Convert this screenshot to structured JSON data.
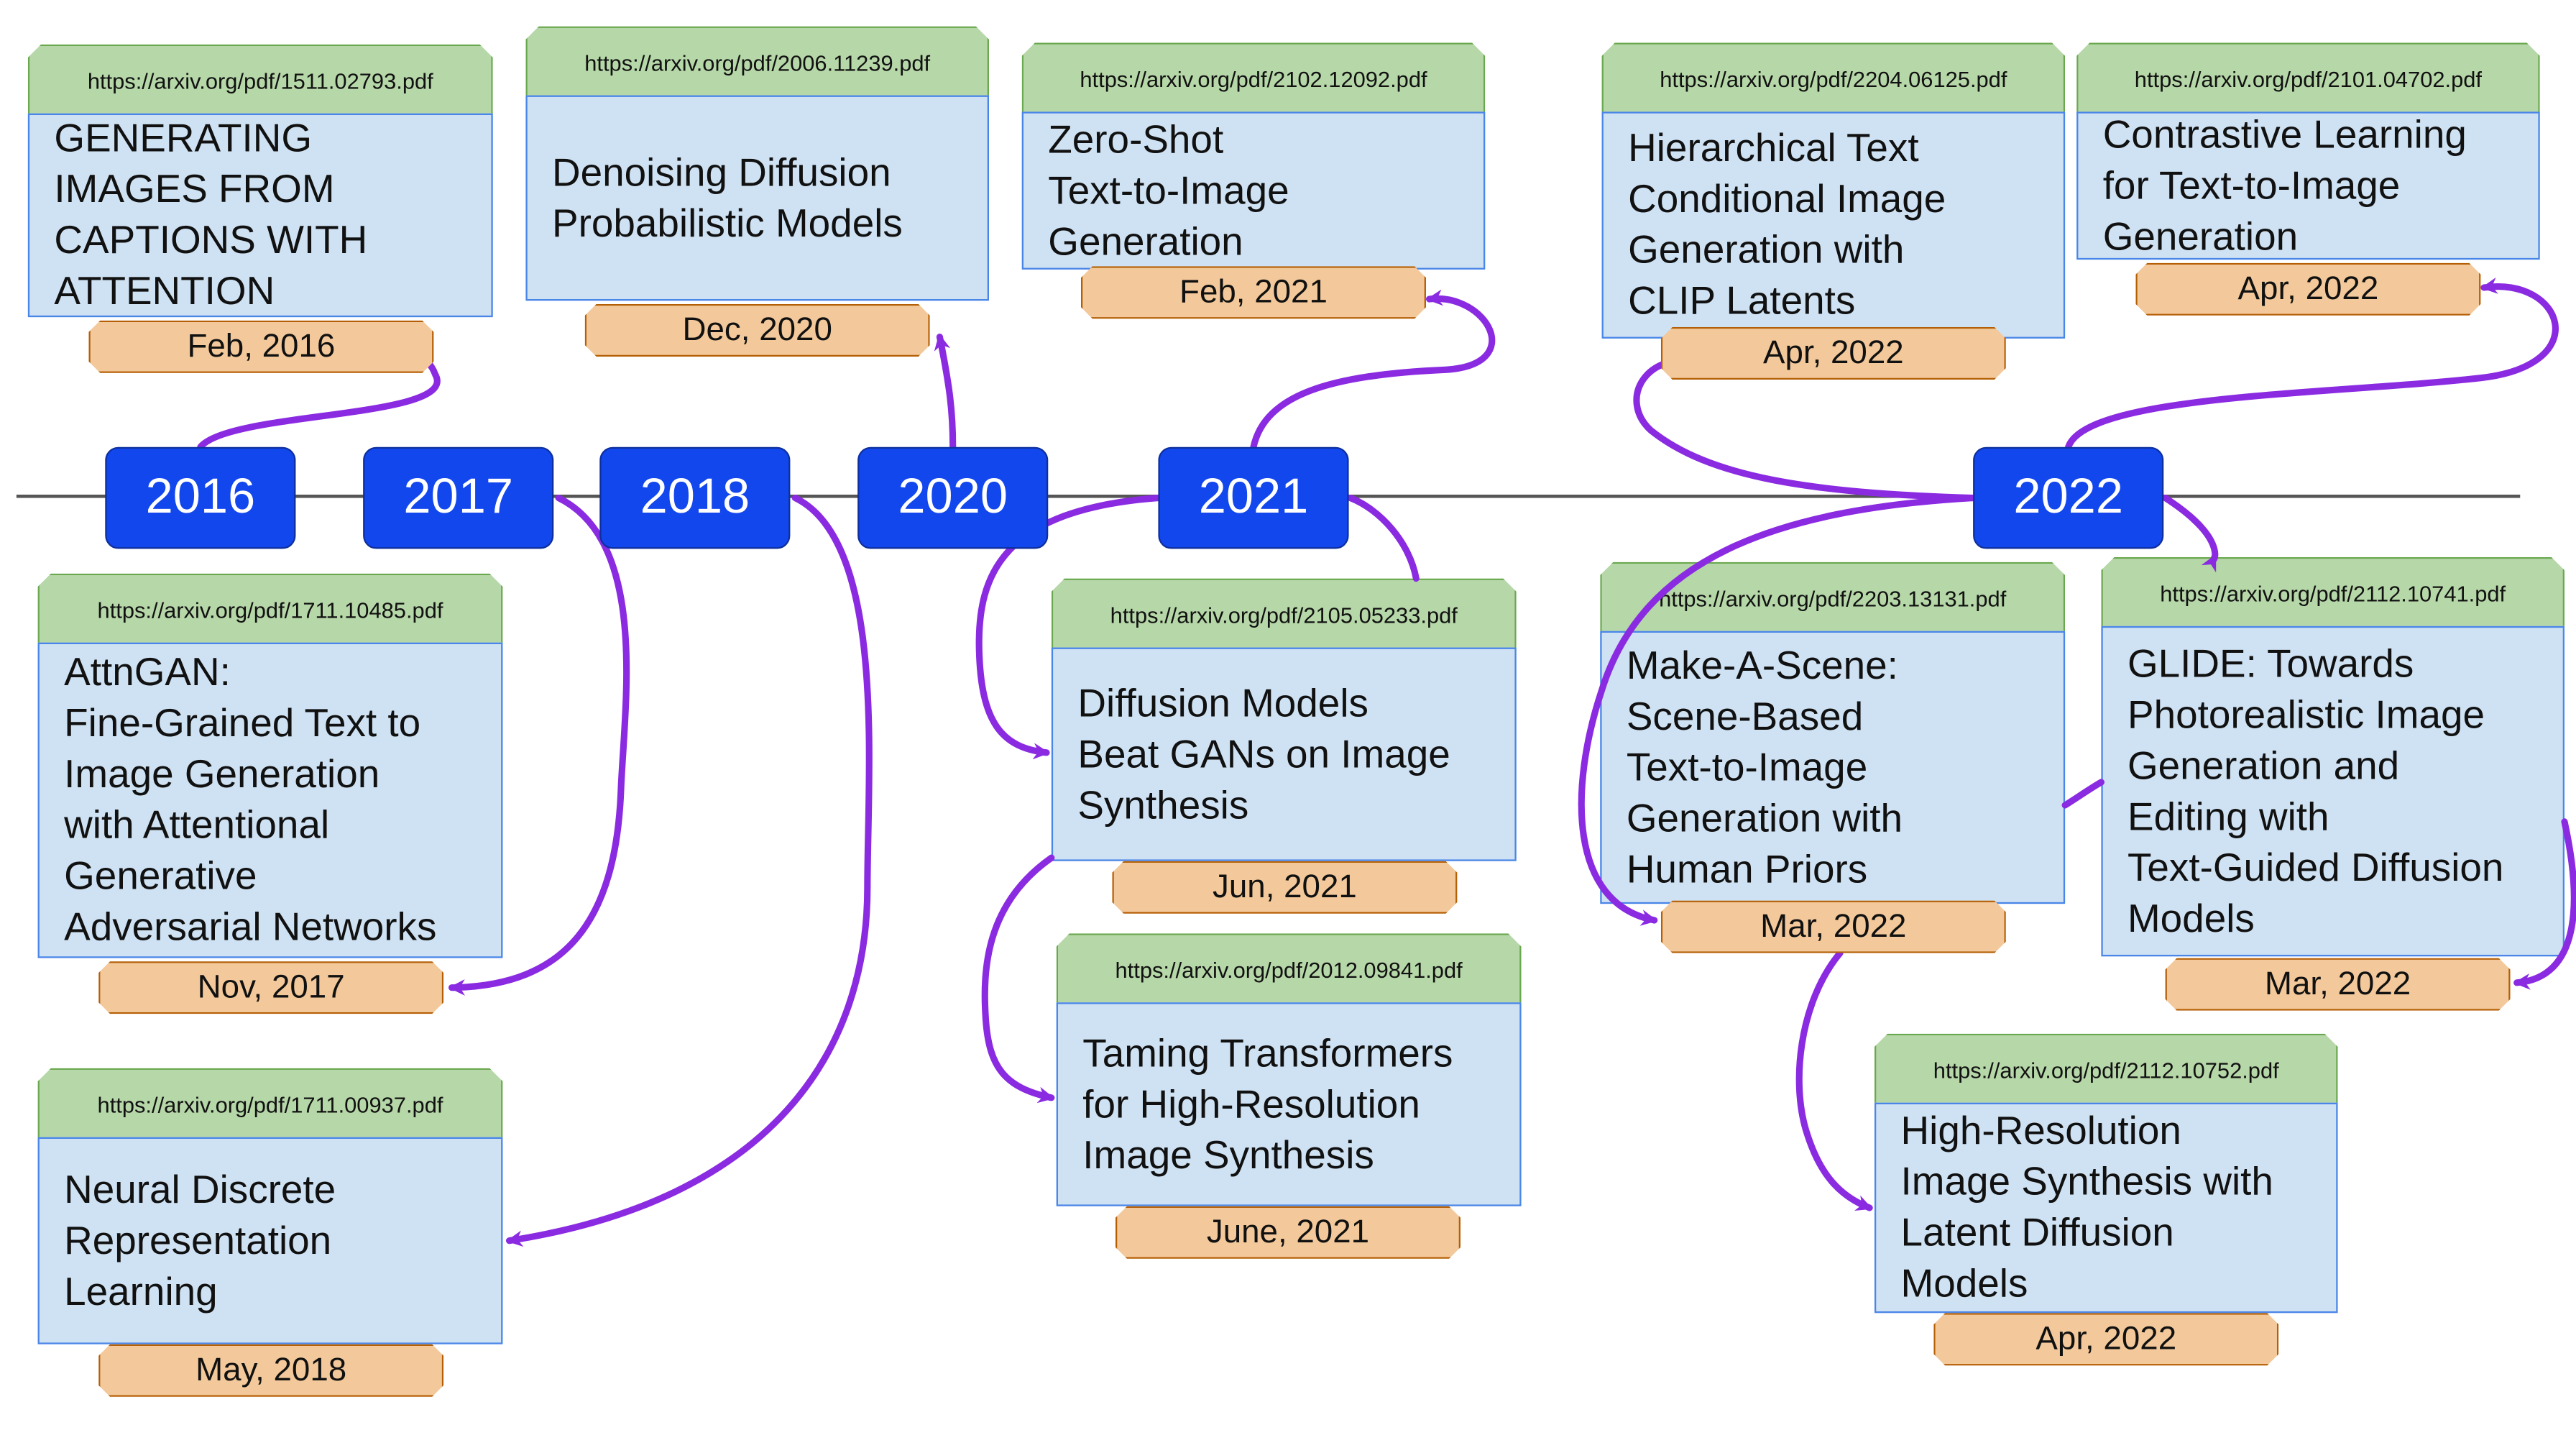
{
  "colors": {
    "year_fill": "#1347ee",
    "url_fill": "#b6d7a8",
    "title_fill": "#cfe2f3",
    "date_fill": "#f3c99b",
    "arrow": "#8a2be2"
  },
  "years": [
    "2016",
    "2017",
    "2018",
    "2020",
    "2021",
    "2022"
  ],
  "papers": [
    {
      "url": "https://arxiv.org/pdf/1511.02793.pdf",
      "title": "GENERATING\nIMAGES FROM\nCAPTIONS WITH\nATTENTION",
      "date": "Feb, 2016"
    },
    {
      "url": "https://arxiv.org/pdf/2006.11239.pdf",
      "title": "Denoising Diffusion\nProbabilistic Models",
      "date": "Dec, 2020"
    },
    {
      "url": "https://arxiv.org/pdf/2102.12092.pdf",
      "title": "Zero-Shot\nText-to-Image\nGeneration",
      "date": "Feb, 2021"
    },
    {
      "url": "https://arxiv.org/pdf/2204.06125.pdf",
      "title": "Hierarchical Text\nConditional Image\nGeneration with\nCLIP Latents",
      "date": "Apr, 2022"
    },
    {
      "url": "https://arxiv.org/pdf/2101.04702.pdf",
      "title": "Contrastive Learning\nfor Text-to-Image\nGeneration",
      "date": "Apr, 2022"
    },
    {
      "url": "https://arxiv.org/pdf/1711.10485.pdf",
      "title": "AttnGAN:\nFine-Grained Text to\nImage Generation\nwith Attentional\nGenerative\nAdversarial Networks",
      "date": "Nov, 2017"
    },
    {
      "url": "https://arxiv.org/pdf/1711.00937.pdf",
      "title": "Neural Discrete\nRepresentation\nLearning",
      "date": "May, 2018"
    },
    {
      "url": "https://arxiv.org/pdf/2105.05233.pdf",
      "title": "Diffusion Models\nBeat GANs on Image\nSynthesis",
      "date": "Jun, 2021"
    },
    {
      "url": "https://arxiv.org/pdf/2012.09841.pdf",
      "title": "Taming Transformers\nfor High-Resolution\nImage Synthesis",
      "date": "June, 2021"
    },
    {
      "url": "https://arxiv.org/pdf/2203.13131.pdf",
      "title": "Make-A-Scene:\nScene-Based\nText-to-Image\nGeneration with\nHuman Priors",
      "date": "Mar, 2022"
    },
    {
      "url": "https://arxiv.org/pdf/2112.10741.pdf",
      "title": "GLIDE: Towards\nPhotorealistic Image\nGeneration and\nEditing with\nText-Guided Diffusion\nModels",
      "date": "Mar, 2022"
    },
    {
      "url": "https://arxiv.org/pdf/2112.10752.pdf",
      "title": "High-Resolution\nImage Synthesis with\nLatent Diffusion\nModels",
      "date": "Apr, 2022"
    }
  ]
}
